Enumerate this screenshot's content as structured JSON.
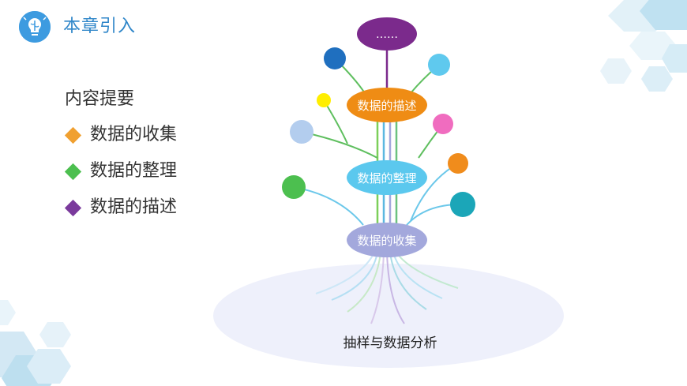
{
  "header": {
    "chapter_title": "本章引入",
    "icon": "brain-lightbulb-icon"
  },
  "outline": {
    "title": "内容提要",
    "items": [
      {
        "label": "数据的收集",
        "color": "#f0a030"
      },
      {
        "label": "数据的整理",
        "color": "#4cbf4f"
      },
      {
        "label": "数据的描述",
        "color": "#7a3a9c"
      }
    ]
  },
  "tree": {
    "top_label": "……",
    "top_color": "#7b2a8c",
    "nodes": [
      {
        "label": "数据的描述",
        "color": "#ef8c14"
      },
      {
        "label": "数据的整理",
        "color": "#5bc8ee"
      },
      {
        "label": "数据的收集",
        "color": "#a3a8dc"
      }
    ],
    "base_label": "抽样与数据分析",
    "base_color": "#eef0fb",
    "leaf_colors": [
      "#1f6fbf",
      "#5fc9ee",
      "#ffee00",
      "#f06cbf",
      "#b3cdee",
      "#f08c1c",
      "#4cbf4f",
      "#1ba6b8"
    ]
  },
  "colors": {
    "accent": "#2f86c9",
    "hex_decor": "#cfe8f5"
  }
}
